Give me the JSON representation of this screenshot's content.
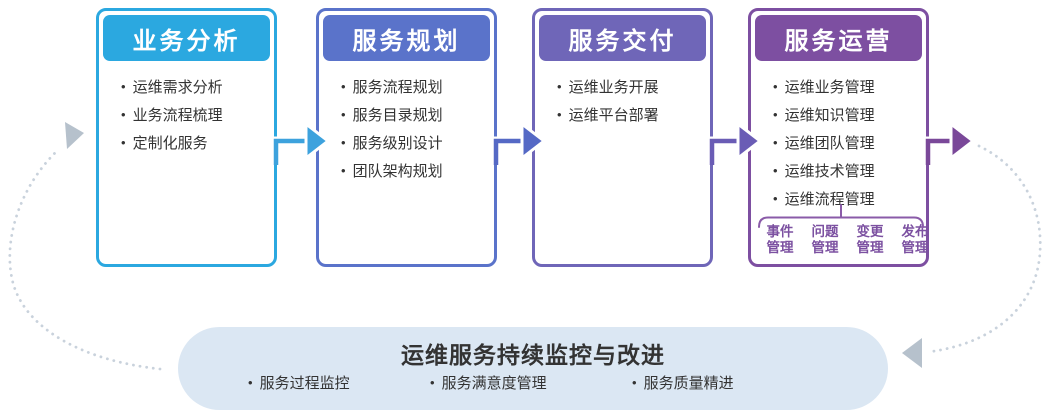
{
  "stages": [
    {
      "title": "业务分析",
      "color": "#2BA8E0",
      "arrow_color": "#3DA2DD",
      "items": [
        "运维需求分析",
        "业务流程梳理",
        "定制化服务"
      ]
    },
    {
      "title": "服务规划",
      "color": "#5A73CA",
      "arrow_color": "#5569C5",
      "items": [
        "服务流程规划",
        "服务目录规划",
        "服务级别设计",
        "团队架构规划"
      ]
    },
    {
      "title": "服务交付",
      "color": "#6F66B8",
      "arrow_color": "#6A5CB5",
      "items": [
        "运维业务开展",
        "运维平台部署"
      ]
    },
    {
      "title": "服务运营",
      "color": "#7D4FA1",
      "arrow_color": "#7A4899",
      "items": [
        "运维业务管理",
        "运维知识管理",
        "运维团队管理",
        "运维技术管理",
        "运维流程管理"
      ],
      "sub_processes": [
        "事件管理",
        "问题管理",
        "变更管理",
        "发布管理"
      ],
      "sub_color": "#7C51A1",
      "brace_color": "#8A5BA8"
    }
  ],
  "bottom_bar": {
    "title": "运维服务持续监控与改进",
    "items": [
      "服务过程监控",
      "服务满意度管理",
      "服务质量精进"
    ],
    "background": "#DBE7F3",
    "text_color": "#333333"
  },
  "loop": {
    "dot_color": "#C9D2DC",
    "arrowhead_color": "#B6C1CC"
  }
}
